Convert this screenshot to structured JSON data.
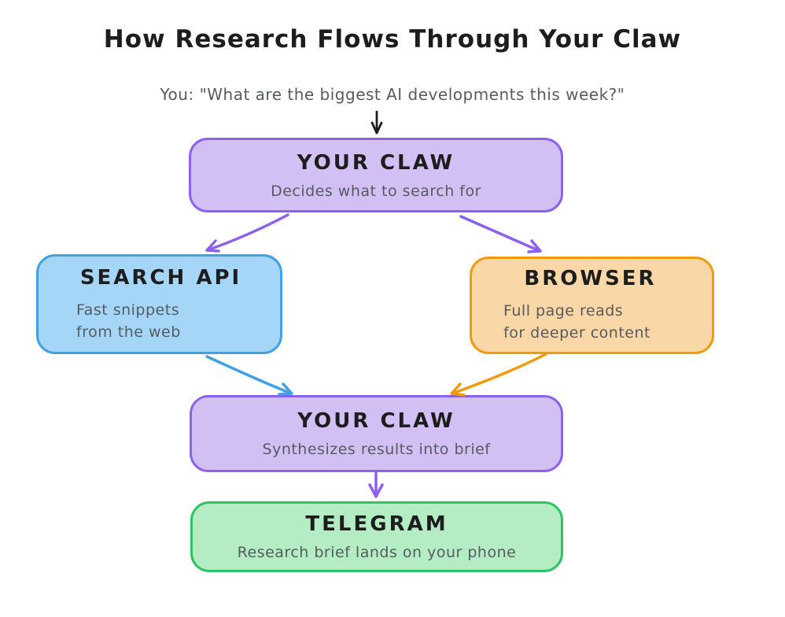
{
  "title": "How Research Flows Through Your Claw",
  "user_query": "You: \"What are the biggest AI developments this week?\"",
  "nodes": {
    "claw_top": {
      "label": "YOUR CLAW",
      "desc": "Decides what to search for",
      "fill": "#d2c0f5",
      "border": "#8d60f0"
    },
    "search_api": {
      "label": "SEARCH API",
      "desc_lines": [
        "Fast snippets",
        "from the web"
      ],
      "fill": "#a6d6f7",
      "border": "#41a0e6"
    },
    "browser": {
      "label": "BROWSER",
      "desc_lines": [
        "Full page reads",
        "for deeper content"
      ],
      "fill": "#fad7a6",
      "border": "#f09b0e"
    },
    "claw_bottom": {
      "label": "YOUR CLAW",
      "desc": "Synthesizes results into brief",
      "fill": "#d2c0f5",
      "border": "#8d60f0"
    },
    "telegram": {
      "label": "TELEGRAM",
      "desc": "Research brief lands on your phone",
      "fill": "#b4edc3",
      "border": "#2ec463"
    }
  },
  "edges": [
    {
      "from": "user-query",
      "to": "claw-top",
      "color": "#1d1d1d"
    },
    {
      "from": "claw-top",
      "to": "search-api",
      "color": "#8d60f0"
    },
    {
      "from": "claw-top",
      "to": "browser",
      "color": "#8d60f0"
    },
    {
      "from": "search-api",
      "to": "claw-bottom",
      "color": "#41a0e6"
    },
    {
      "from": "browser",
      "to": "claw-bottom",
      "color": "#f09b0e"
    },
    {
      "from": "claw-bottom",
      "to": "telegram",
      "color": "#8d60f0"
    }
  ],
  "text_colors": {
    "heading": "#1d1d1d",
    "muted": "#565b60"
  }
}
